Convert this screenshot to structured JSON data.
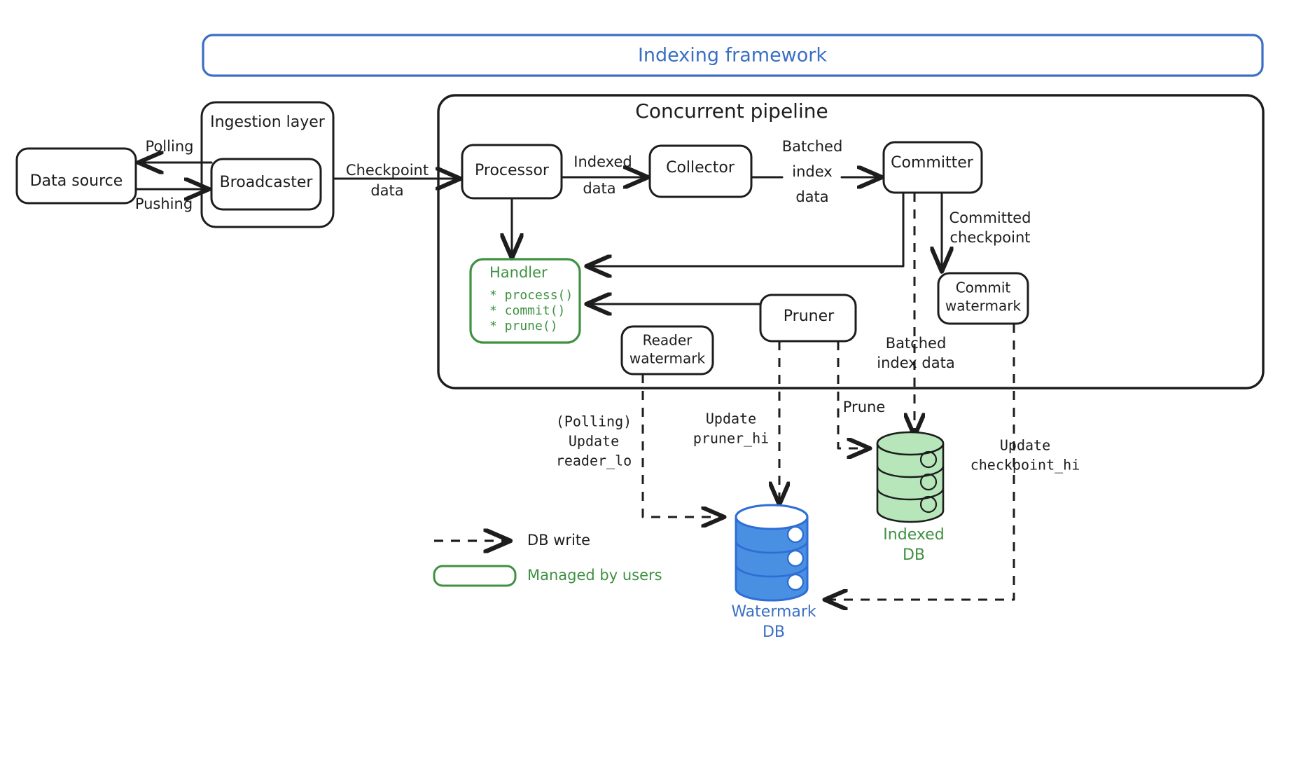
{
  "title": {
    "label": "Indexing framework",
    "color": "#3a6fc4"
  },
  "groups": {
    "ingestion_layer": "Ingestion layer",
    "concurrent_pipeline": "Concurrent pipeline"
  },
  "nodes": {
    "data_source": "Data source",
    "broadcaster": "Broadcaster",
    "processor": "Processor",
    "collector": "Collector",
    "committer": "Committer",
    "commit_watermark_line1": "Commit",
    "commit_watermark_line2": "watermark",
    "reader_watermark_line1": "Reader",
    "reader_watermark_line2": "watermark",
    "pruner": "Pruner"
  },
  "handler": {
    "title": "Handler",
    "methods": [
      "* process()",
      "* commit()",
      "* prune()"
    ],
    "color": "#3f9142"
  },
  "databases": {
    "indexed": {
      "label_line1": "Indexed",
      "label_line2": "DB",
      "color": "#3f9142",
      "fill": "#b6e6b9"
    },
    "watermark": {
      "label_line1": "Watermark",
      "label_line2": "DB",
      "color": "#2f6ed6",
      "fill": "#4a90e2"
    }
  },
  "edge_labels": {
    "polling": "Polling",
    "pushing": "Pushing",
    "checkpoint_data_line1": "Checkpoint",
    "checkpoint_data_line2": "data",
    "indexed_data_line1": "Indexed",
    "indexed_data_line2": "data",
    "batched_index_data_line1": "Batched",
    "batched_index_data_line2": "index",
    "batched_index_data_line3": "data",
    "committed_checkpoint_line1": "Committed",
    "committed_checkpoint_line2": "checkpoint",
    "batched_index_data2_line1": "Batched",
    "batched_index_data2_line2": "index data",
    "prune": "Prune",
    "polling_update_reader_lo_line1": "(Polling)",
    "polling_update_reader_lo_line2": "Update",
    "polling_update_reader_lo_line3": "reader_lo",
    "update_pruner_hi_line1": "Update",
    "update_pruner_hi_line2": "pruner_hi",
    "update_checkpoint_hi_line1": "Update",
    "update_checkpoint_hi_line2": "checkpoint_hi"
  },
  "legend": {
    "db_write": "DB write",
    "managed_by_users": "Managed by users",
    "managed_color": "#3f9142"
  }
}
